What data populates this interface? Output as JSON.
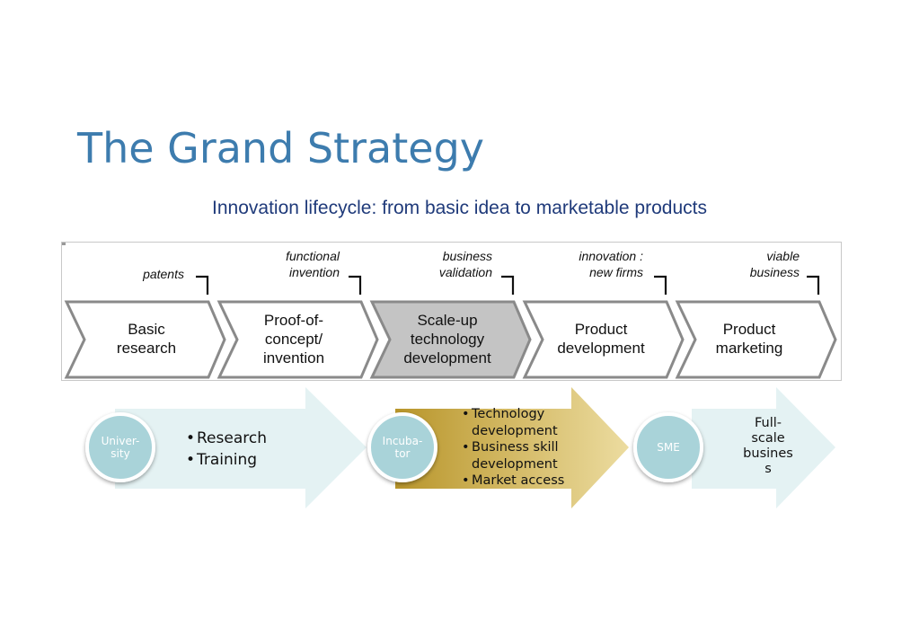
{
  "slide": {
    "title": "The Grand Strategy",
    "subtitle": "Innovation lifecycle: from basic idea to marketable products"
  },
  "lifecycle": {
    "milestones": [
      "patents",
      "functional\ninvention",
      "business\nvalidation",
      "innovation :\nnew firms",
      "viable\nbusiness"
    ],
    "stages": [
      {
        "label": "Basic\nresearch",
        "highlighted": false
      },
      {
        "label": "Proof-of-\nconcept/\ninvention",
        "highlighted": false
      },
      {
        "label": "Scale-up\ntechnology\ndevelopment",
        "highlighted": true
      },
      {
        "label": "Product\ndevelopment",
        "highlighted": false
      },
      {
        "label": "Product\nmarketing",
        "highlighted": false
      }
    ]
  },
  "actors": {
    "university": {
      "label": "Univer-\nsity",
      "items": [
        "Research",
        "Training"
      ]
    },
    "incubator": {
      "label": "Incuba-\ntor",
      "items": [
        "Technology\ndevelopment",
        "Business skill\ndevelopment",
        "Market access"
      ]
    },
    "sme": {
      "label": "SME",
      "output": "Full-\nscale\nbusines\ns"
    }
  },
  "colors": {
    "title": "#3d7cae",
    "subtitle": "#1f3a7a",
    "chevron_stroke": "#8a8a8a",
    "chevron_highlight": "#c4c4c4",
    "arrow_light": "#e4f2f3",
    "circle_fill": "#a9d3d9",
    "gold_dark": "#b8952a",
    "gold_light": "#ecdca0"
  }
}
